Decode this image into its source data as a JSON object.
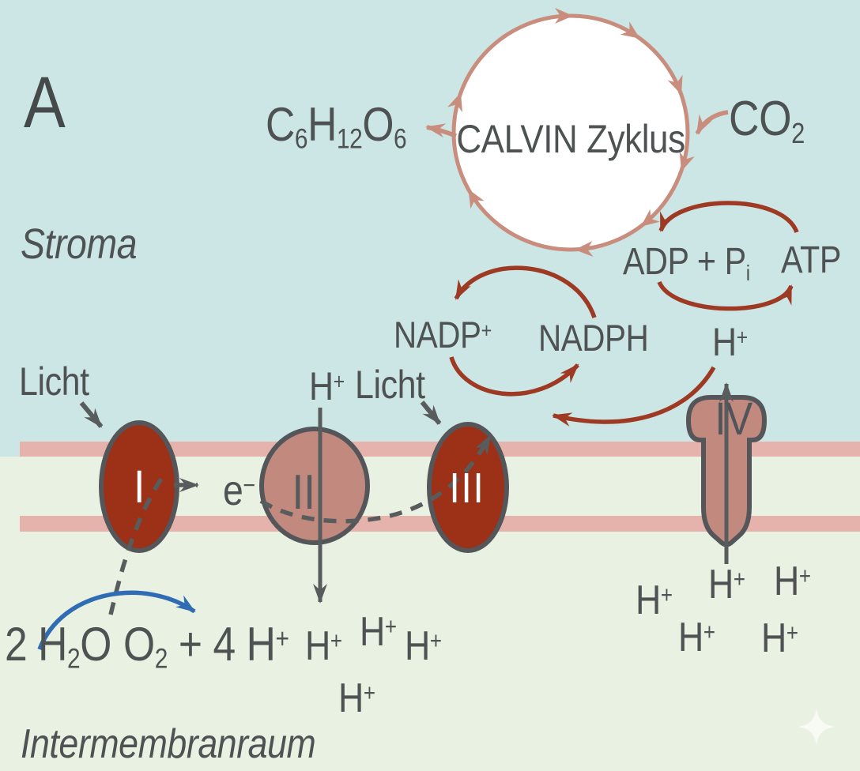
{
  "panel": {
    "letter": "A"
  },
  "regions": {
    "stroma": "Stroma",
    "intermembrane": "Intermembranraum"
  },
  "calvin": {
    "title": "CALVIN Zyklus"
  },
  "labels": {
    "light": "Licht"
  },
  "molecules": {
    "glucose": {
      "p1": "C",
      "s1": "6",
      "p2": "H",
      "s2": "12",
      "p3": "O",
      "s3": "6"
    },
    "co2": {
      "base": "CO",
      "sub": "2"
    },
    "nadp": {
      "base": "NADP",
      "sup": "+"
    },
    "nadph": "NADPH",
    "adp": {
      "base": "ADP + P",
      "sub": "i"
    },
    "atp": "ATP",
    "water": {
      "coef": "2 H",
      "sub": "2",
      "rest": "O"
    },
    "oxygen": {
      "base": "O",
      "sub": "2",
      "plus": " + 4 ",
      "h": "H",
      "sup": "+"
    },
    "proton": {
      "base": "H",
      "sign": "+"
    },
    "electron": {
      "base": "e",
      "sign": "−"
    }
  },
  "complexes": [
    {
      "numeral": "I"
    },
    {
      "numeral": "II"
    },
    {
      "numeral": "III"
    },
    {
      "numeral": "IV"
    }
  ],
  "colors": {
    "bg-blue": "#cbe6e4",
    "bg-green": "#e9f1e2",
    "membrane": "#e5b3ac",
    "brick": "#9c3118",
    "mauve": "#c28a7e",
    "salmon": "#c98d7e",
    "dark-red": "#9e3a23",
    "arrow-blue": "#2f6cb4",
    "ink": "#4e5252",
    "outline": "#54565a",
    "arrow-gray": "#585c5c",
    "white": "#ffffff"
  }
}
